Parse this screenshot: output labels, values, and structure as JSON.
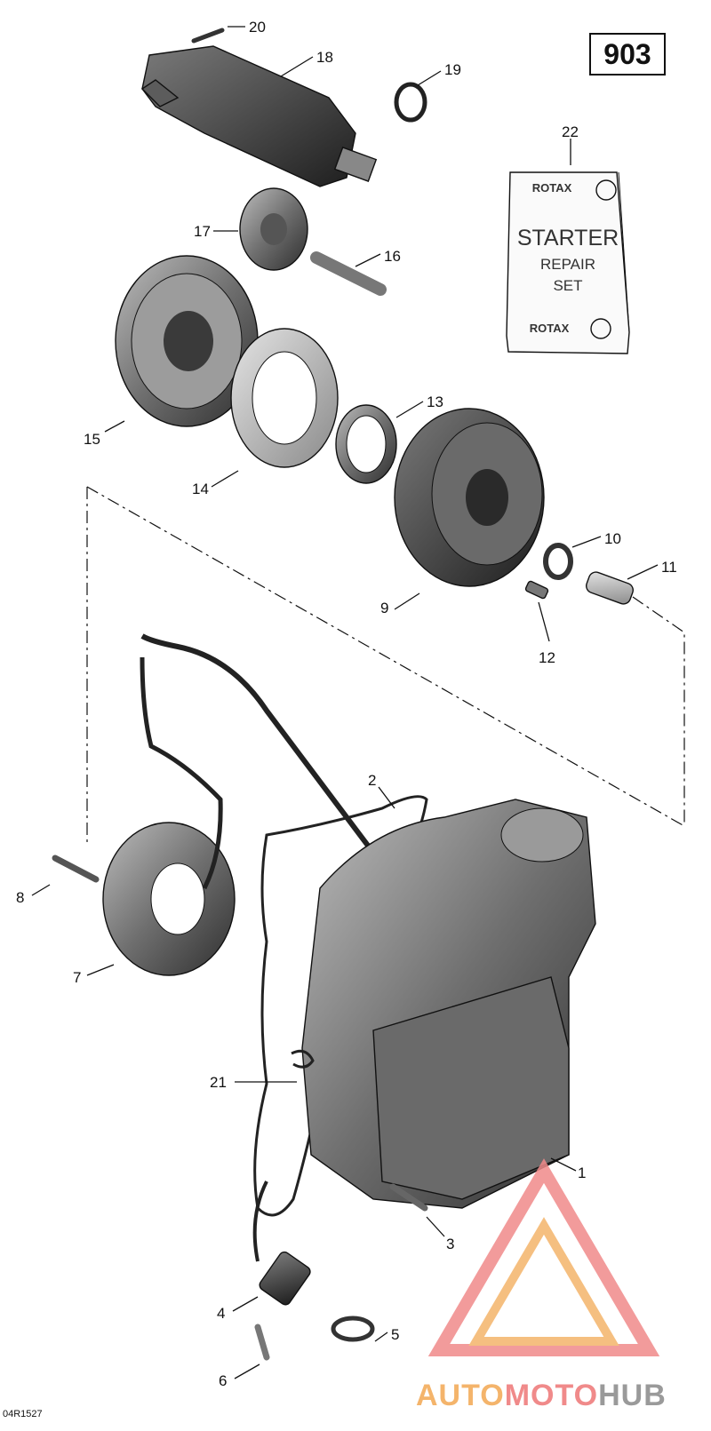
{
  "reference_number": "903",
  "drawing_number": "04R1527",
  "watermark": {
    "brand_first": "AUTO",
    "brand_mid": "MOTO",
    "brand_last": "HUB"
  },
  "repair_kit": {
    "brand_top": "ROTAX",
    "title": "STARTER",
    "line2": "REPAIR",
    "line3": "SET",
    "brand_bottom": "ROTAX"
  },
  "callouts": [
    "20",
    "18",
    "19",
    "22",
    "17",
    "16",
    "15",
    "14",
    "13",
    "10",
    "11",
    "9",
    "12",
    "2",
    "8",
    "7",
    "21",
    "1",
    "3",
    "4",
    "5",
    "6"
  ],
  "colors": {
    "accent_watermark": "#f08a8a",
    "line": "#111111"
  }
}
